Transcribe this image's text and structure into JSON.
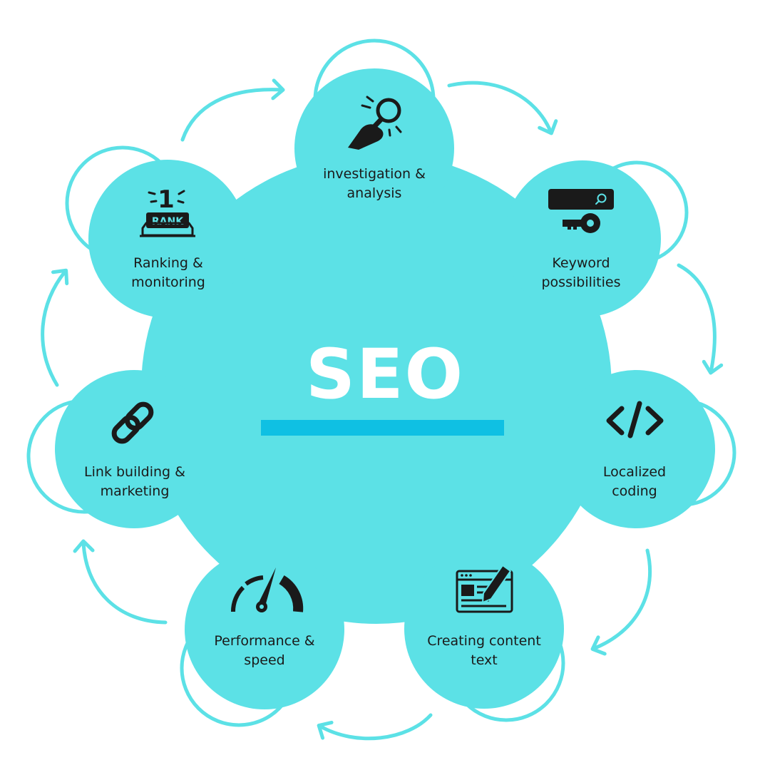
{
  "center": {
    "title": "SEO",
    "color": "#5ce1e6",
    "bar_color": "#0fc0e3"
  },
  "colors": {
    "bubble": "#5ce1e6",
    "arrow": "#5ce1e6",
    "icon": "#1a1a1a",
    "text": "#1a1a1a"
  },
  "nodes": [
    {
      "id": "investigation",
      "icon": "magnifier-hand-icon",
      "lines": [
        "investigation &",
        "analysis"
      ]
    },
    {
      "id": "keyword",
      "icon": "search-bar-key-icon",
      "lines": [
        "Keyword",
        "possibilities"
      ]
    },
    {
      "id": "localized",
      "icon": "code-brackets-icon",
      "lines": [
        "Localized",
        "coding"
      ]
    },
    {
      "id": "content",
      "icon": "browser-pencil-icon",
      "lines": [
        "Creating content",
        "text"
      ]
    },
    {
      "id": "performance",
      "icon": "speedometer-icon",
      "lines": [
        "Performance &",
        "speed"
      ]
    },
    {
      "id": "link",
      "icon": "chain-link-icon",
      "lines": [
        "Link building &",
        "marketing"
      ]
    },
    {
      "id": "ranking",
      "icon": "rank-trophy-icon",
      "lines": [
        "Ranking &",
        "monitoring"
      ],
      "badge": {
        "number": "1",
        "word": "RANK"
      }
    }
  ]
}
